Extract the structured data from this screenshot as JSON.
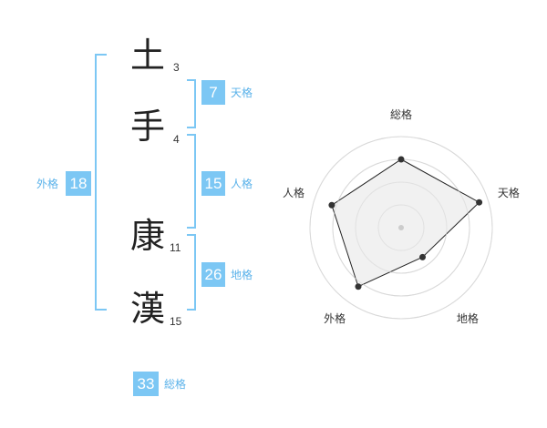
{
  "name_chars": [
    {
      "char": "土",
      "strokes": "3"
    },
    {
      "char": "手",
      "strokes": "4"
    },
    {
      "char": "康",
      "strokes": "11"
    },
    {
      "char": "漢",
      "strokes": "15"
    }
  ],
  "kaku": {
    "tenkaku": {
      "value": "7",
      "label": "天格"
    },
    "jinkaku": {
      "value": "15",
      "label": "人格"
    },
    "chikaku": {
      "value": "26",
      "label": "地格"
    },
    "gaikaku": {
      "value": "18",
      "label": "外格"
    },
    "soukaku": {
      "value": "33",
      "label": "総格"
    }
  },
  "colors": {
    "accent": "#7cc7f4",
    "accent_text": "#5ab2ea",
    "bracket": "#7cc7f4",
    "radar_fill": "#f0f0f0",
    "radar_stroke": "#222222"
  },
  "chart_data": {
    "type": "radar",
    "axes": [
      "総格",
      "天格",
      "地格",
      "外格",
      "人格"
    ],
    "values": [
      0.75,
      0.9,
      0.4,
      0.8,
      0.8
    ],
    "range": [
      0,
      1
    ],
    "rings": 4
  }
}
